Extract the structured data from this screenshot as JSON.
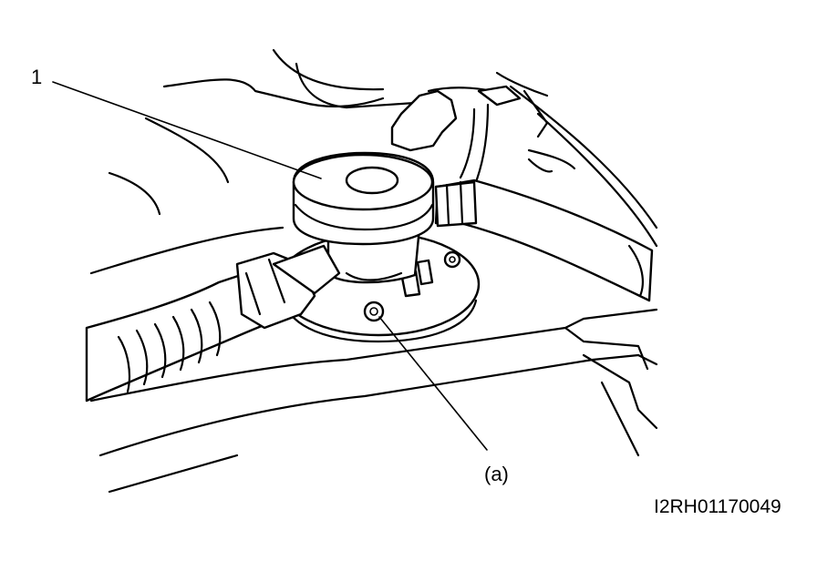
{
  "diagram": {
    "callouts": {
      "part_number": "1",
      "bolt_label": "(a)"
    },
    "figure_code": "I2RH01170049",
    "colors": {
      "line": "#000000",
      "background": "#ffffff"
    }
  }
}
